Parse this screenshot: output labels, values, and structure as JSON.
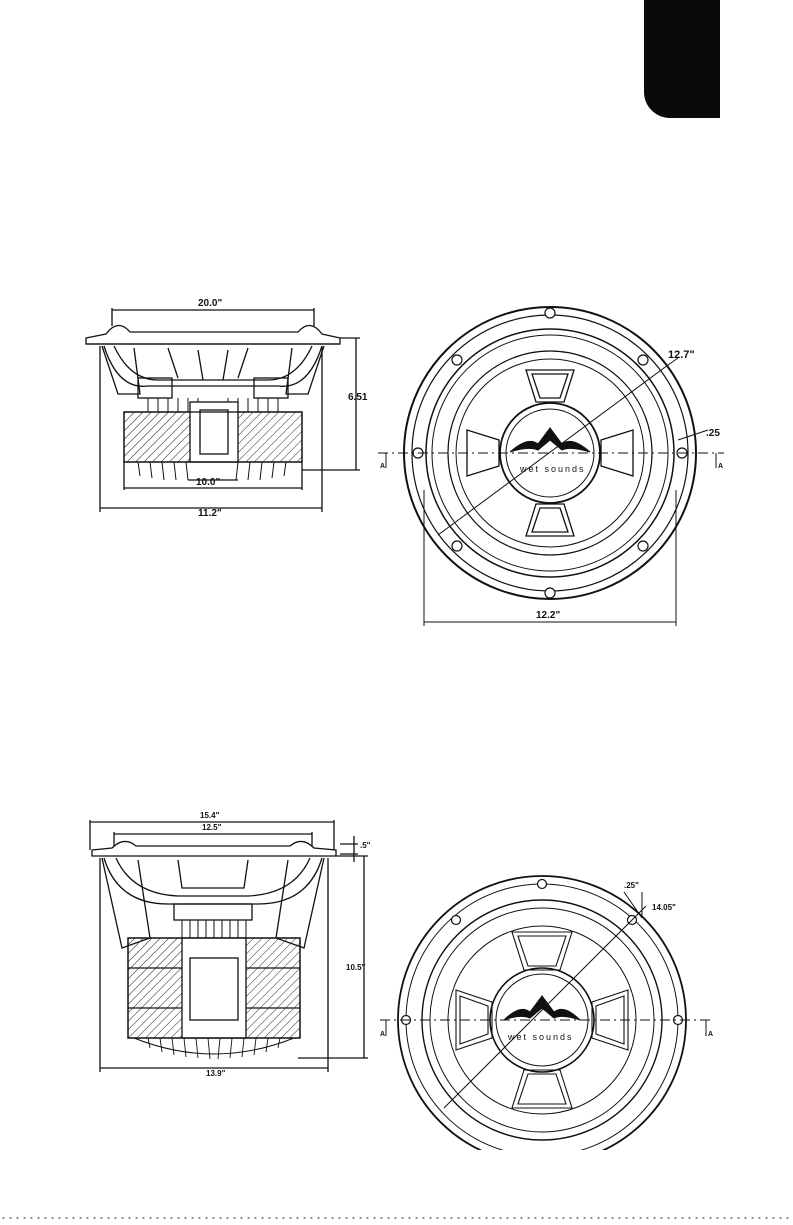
{
  "page": {
    "tab_color": "#0a0a0a"
  },
  "figure1": {
    "side": {
      "overall_top": "20.0\"",
      "height": "6.51",
      "magnet_width": "10.0\"",
      "overall_bottom": "11.2\""
    },
    "front": {
      "diameter": "12.7\"",
      "flange": ".25",
      "mounting": "12.2\"",
      "logo": "wet sounds",
      "section_left": "A",
      "section_right": "A"
    }
  },
  "figure2": {
    "side": {
      "overall_top": "15.4\"",
      "inner_top": "12.5\"",
      "flange": ".5\"",
      "height": "10.5\"",
      "bottom": "13.9\""
    },
    "front": {
      "flange": ".25\"",
      "diameter": "14.05\"",
      "logo": "wet sounds",
      "section_left": "A",
      "section_right": "A"
    }
  }
}
